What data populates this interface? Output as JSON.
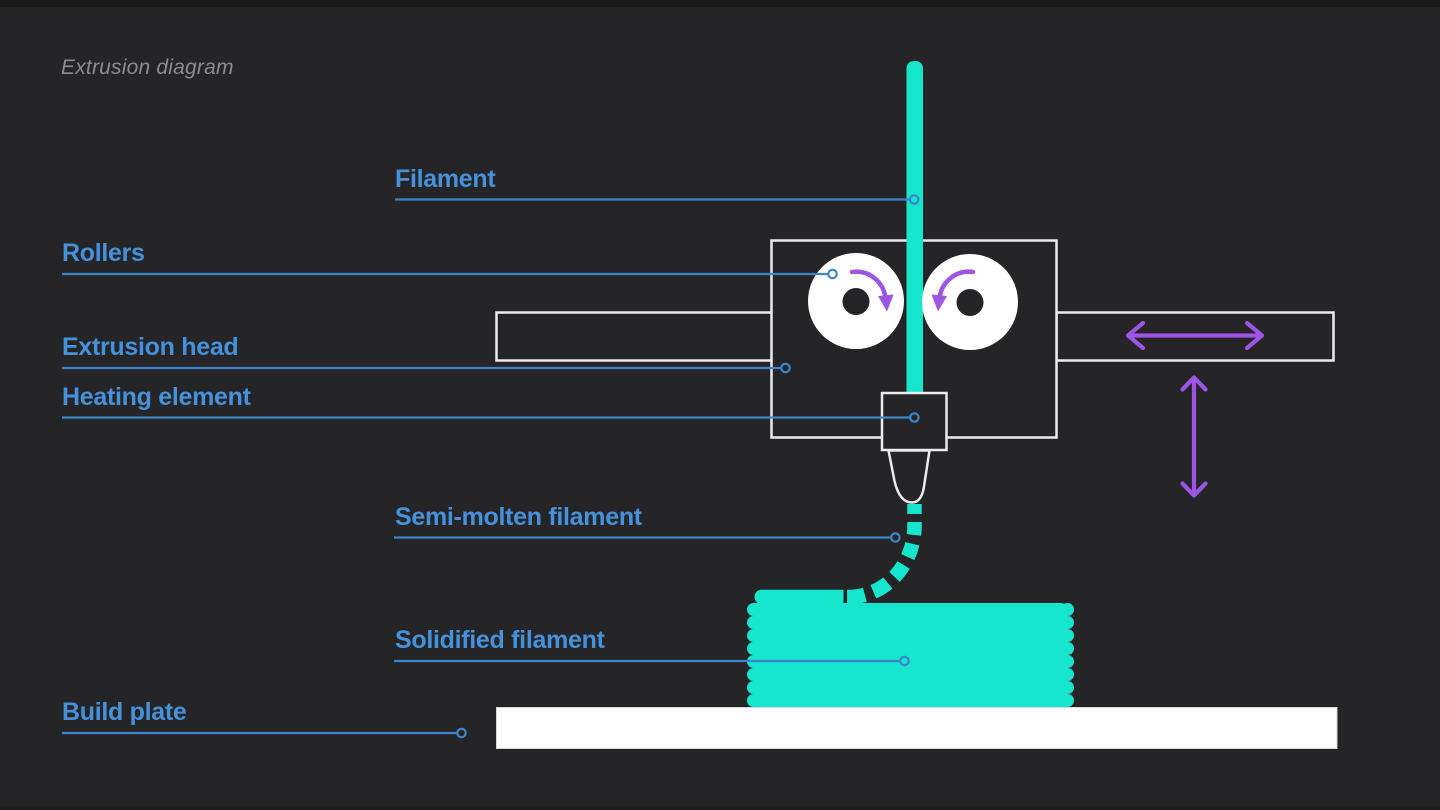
{
  "title": "Extrusion diagram",
  "labels": {
    "filament": "Filament",
    "rollers": "Rollers",
    "extrusion_head": "Extrusion head",
    "heating_element": "Heating element",
    "semi_molten": "Semi-molten filament",
    "solidified": "Solidified filament",
    "build_plate": "Build plate"
  },
  "colors": {
    "background": "#252527",
    "label_blue": "#4591dc",
    "leader_line_blue": "#3c85cb",
    "filament_cyan": "#16e6cd",
    "arrow_purple": "#9d55e5",
    "machine_outline": "#ebebeb",
    "roller_white": "#ffffff",
    "build_plate_white": "#ffffff",
    "title_gray": "#8d8d8d"
  },
  "icons": {
    "roller_left_rotation": "rotate-clockwise-arrow",
    "roller_right_rotation": "rotate-counterclockwise-arrow",
    "head_motion_x": "double-arrow-horizontal",
    "head_motion_y": "double-arrow-vertical"
  }
}
